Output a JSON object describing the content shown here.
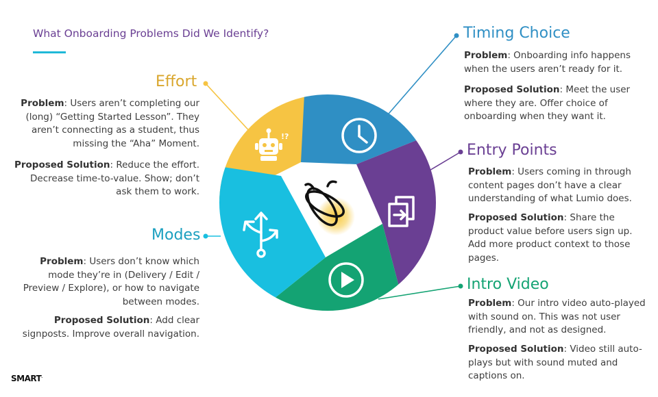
{
  "title": "What Onboarding Problems Did We Identify?",
  "colors": {
    "title": "#6a3f93",
    "underline": "#1fb8d8",
    "effort": "#f6c443",
    "timing": "#2f8fc4",
    "entry": "#6a3f93",
    "intro": "#14a373",
    "modes": "#19bfe0",
    "center_glow": "#f7c93e"
  },
  "sections": {
    "effort": {
      "heading": "Effort",
      "problem_label": "Problem",
      "problem_text": ": Users aren’t completing our (long) “Getting Started Lesson”. They aren’t connecting as a student, thus missing the “Aha” Moment.",
      "solution_label": "Proposed Solution",
      "solution_text": ": Reduce the effort. Decrease time-to-value. Show; don’t ask them to work.",
      "icon": "robot-icon"
    },
    "timing": {
      "heading": "Timing Choice",
      "problem_label": "Problem",
      "problem_text": ": Onboarding info happens when the users aren’t ready for it.",
      "solution_label": "Proposed Solution",
      "solution_text": ": Meet the user where they are. Offer choice of onboarding when they want it.",
      "icon": "clock-icon"
    },
    "entry": {
      "heading": "Entry Points",
      "problem_label": "Problem",
      "problem_text": ": Users coming in through content pages don’t have a clear understanding of what Lumio does.",
      "solution_label": "Proposed Solution",
      "solution_text": ": Share the product value before users sign up. Add more product context to those pages.",
      "icon": "enter-icon"
    },
    "intro": {
      "heading": "Intro Video",
      "problem_label": "Problem",
      "problem_text": ": Our intro video auto-played with sound on. This was not user friendly, and not as designed.",
      "solution_label": "Proposed Solution",
      "solution_text": ": Video still auto-plays but with sound muted and captions on.",
      "icon": "play-icon"
    },
    "modes": {
      "heading": "Modes",
      "problem_label": "Problem",
      "problem_text": ": Users don’t know which mode they’re in (Delivery / Edit / Preview / Explore), or how to navigate between modes.",
      "solution_label": "Proposed Solution",
      "solution_text": ": Add clear signposts. Improve overall navigation.",
      "icon": "split-arrows-icon"
    }
  },
  "logo": {
    "text": "SMART",
    "mark": "."
  }
}
